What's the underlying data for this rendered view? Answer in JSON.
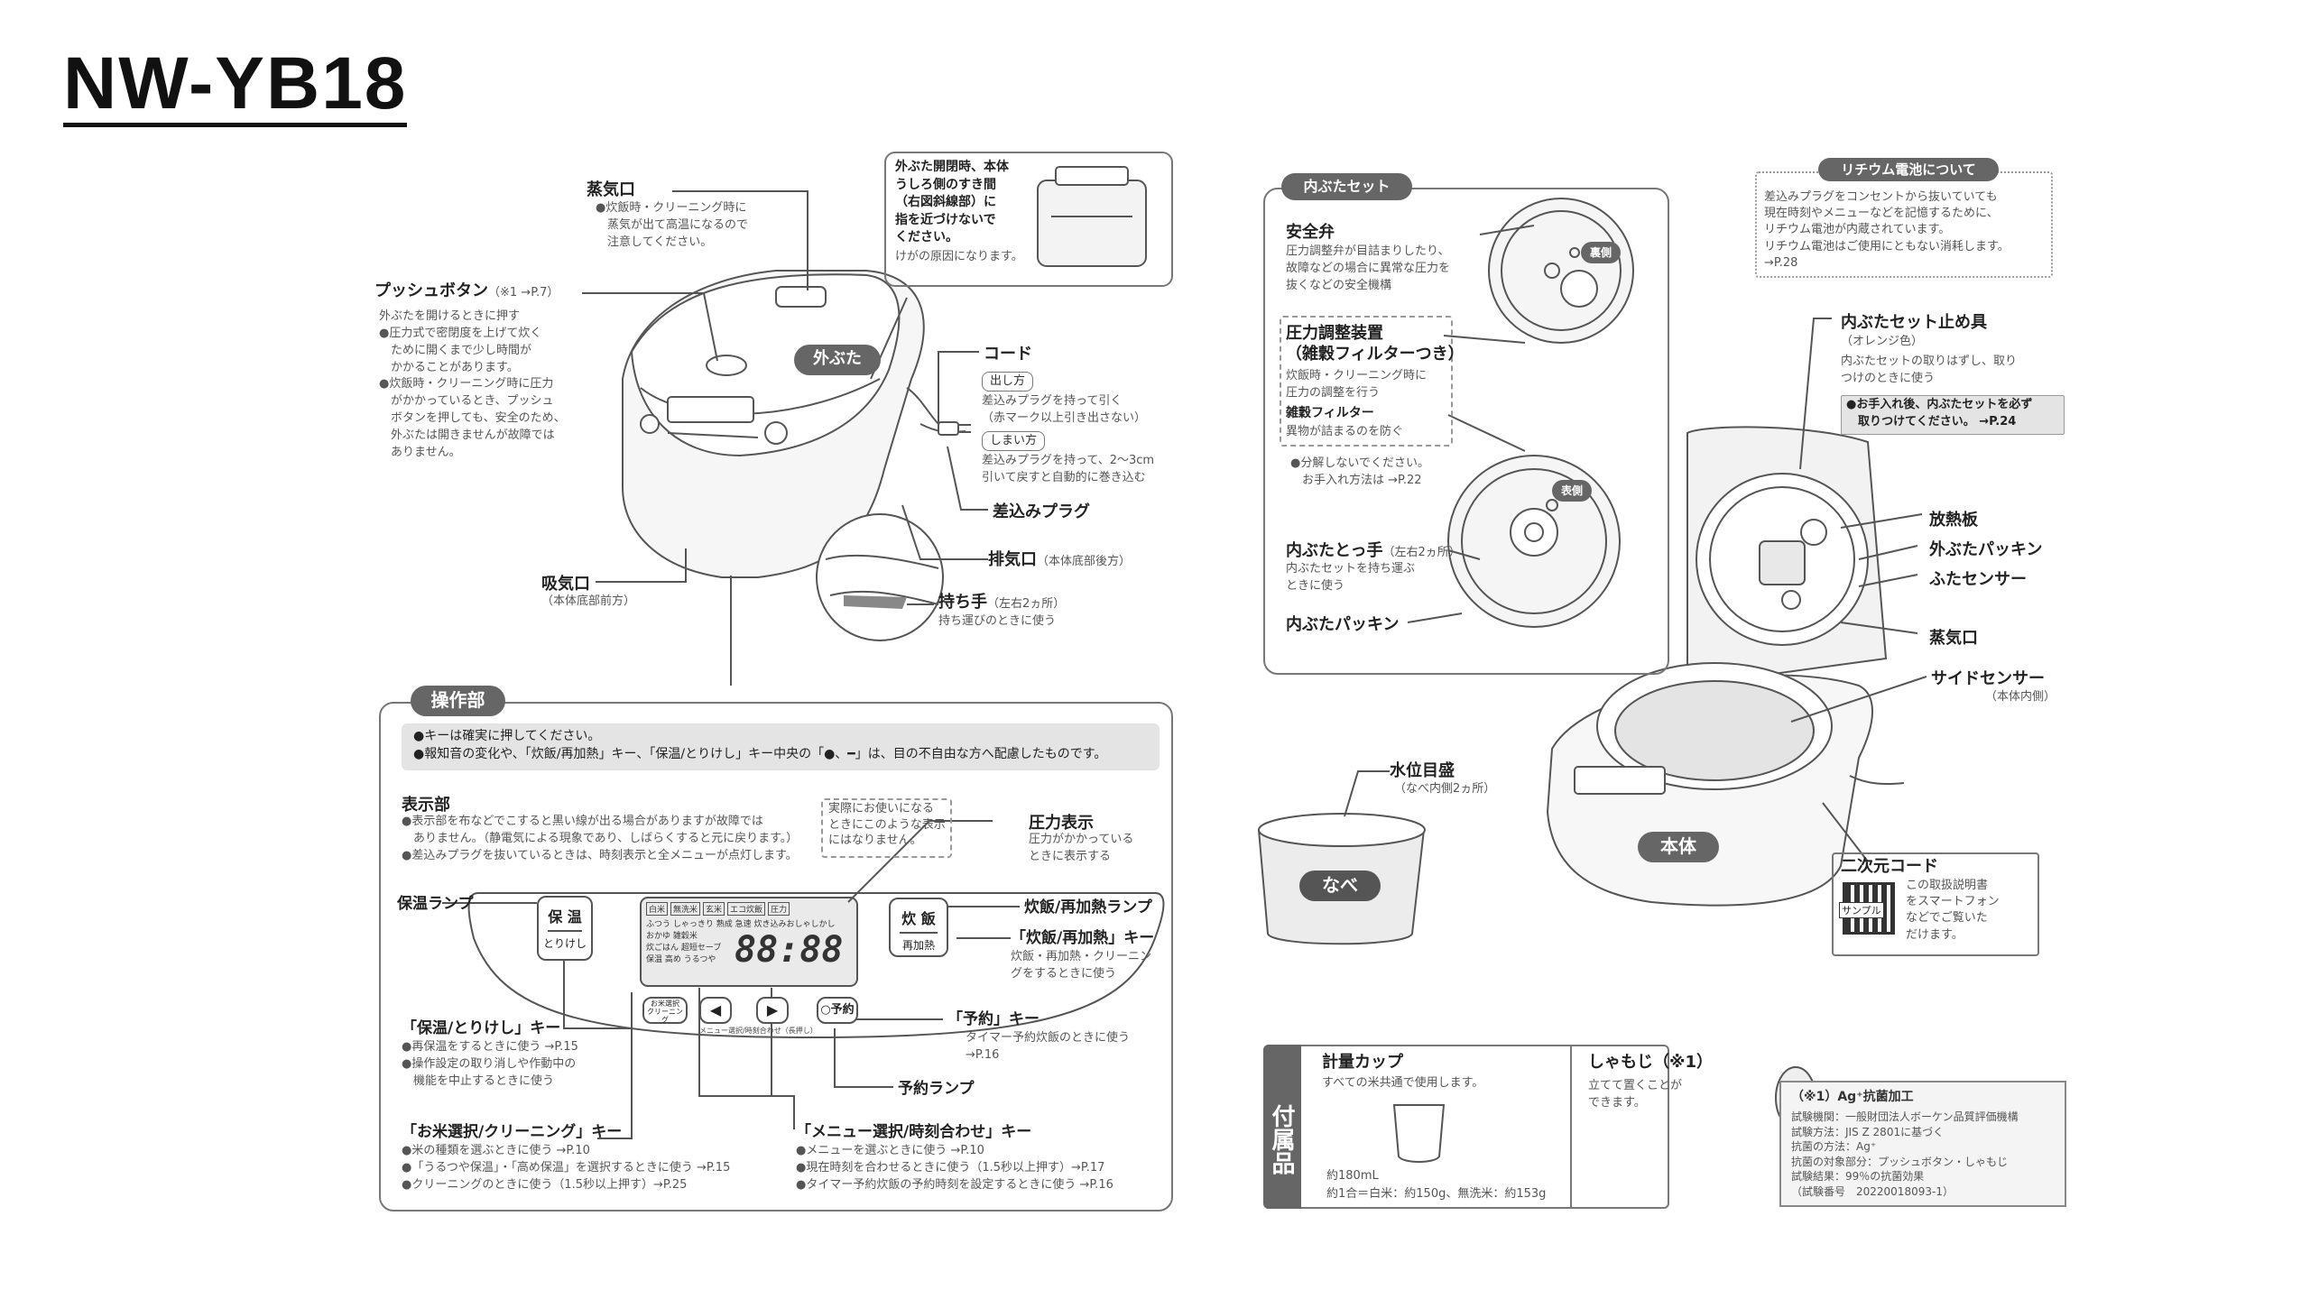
{
  "title": "NW-YB18",
  "external": {
    "steam_vent": {
      "label": "蒸気口",
      "desc": [
        "●炊飯時・クリーニング時に",
        "　蒸気が出て高温になるので",
        "　注意してください。"
      ]
    },
    "push_button": {
      "label": "プッシュボタン",
      "ref": "（※1 →P.7）",
      "desc": [
        "外ぶたを開けるときに押す",
        "●圧力式で密閉度を上げて炊く",
        "　ために開くまで少し時間が",
        "　かかることがあります。",
        "●炊飯時・クリーニング時に圧力",
        "　がかかっているとき、プッシュ",
        "　ボタンを押しても、安全のため、",
        "　外ぶたは開きませんが故障では",
        "　ありません。"
      ]
    },
    "outer_lid": "外ぶた",
    "warning": [
      "外ぶた開閉時、本体",
      "うしろ側のすき間",
      "（右図斜線部）に",
      "指を近づけないで",
      "ください。"
    ],
    "warning_note": "けがの原因になります。",
    "cord": {
      "label": "コード",
      "out_tag": "出し方",
      "out_desc": [
        "差込みプラグを持って引く",
        "（赤マーク以上引き出さない）"
      ],
      "in_tag": "しまい方",
      "in_desc": [
        "差込みプラグを持って、2〜3cm",
        "引いて戻すと自動的に巻き込む"
      ]
    },
    "plug": "差込みプラグ",
    "exhaust": {
      "label": "排気口",
      "note": "（本体底部後方）"
    },
    "handle": {
      "label": "持ち手",
      "note": "（左右2ヵ所）",
      "desc": "持ち運びのときに使う"
    },
    "intake": {
      "label": "吸気口",
      "note": "（本体底部前方）"
    }
  },
  "panel": {
    "section": "操作部",
    "notes": [
      "●キーは確実に押してください。",
      "●報知音の変化や、「炊飯/再加熱」キー、「保温/とりけし」キー中央の「●、━」は、目の不自由な方へ配慮したものです。"
    ],
    "display": {
      "label": "表示部",
      "desc": [
        "●表示部を布などでこすると黒い線が出る場合がありますが故障では",
        "　ありません。（静電気による現象であり、しばらくすると元に戻ります。）",
        "●差込みプラグを抜いているときは、時刻表示と全メニューが点灯します。"
      ]
    },
    "actual_note": [
      "実際にお使いになる",
      "ときにこのような表示",
      "にはなりません。"
    ],
    "pressure_display": {
      "label": "圧力表示",
      "desc": [
        "圧力がかかっている",
        "ときに表示する"
      ]
    },
    "keep_warm_lamp": "保温ランプ",
    "cook_lamp": "炊飯/再加熱ランプ",
    "cook_key": {
      "label": "「炊飯/再加熱」キー",
      "desc": [
        "炊飯・再加熱・クリーニン",
        "グをするときに使う"
      ]
    },
    "keep_warm_key": {
      "label": "「保温/とりけし」キー",
      "desc": [
        "●再保温をするときに使う →P.15",
        "●操作設定の取り消しや作動中の",
        "　機能を中止するときに使う"
      ]
    },
    "timer_key": {
      "label": "「予約」キー",
      "desc": [
        "タイマー予約炊飯のときに使う",
        "→P.16"
      ]
    },
    "timer_lamp": "予約ランプ",
    "rice_key": {
      "label": "「お米選択/クリーニング」キー",
      "desc": [
        "●米の種類を選ぶときに使う →P.10",
        "●「うるつや保温」・「高め保温」を選択するときに使う →P.15",
        "●クリーニングのときに使う（1.5秒以上押す）→P.25"
      ]
    },
    "menu_key": {
      "label": "「メニュー選択/時刻合わせ」キー",
      "desc": [
        "●メニューを選ぶときに使う →P.10",
        "●現在時刻を合わせるときに使う（1.5秒以上押す）→P.17",
        "●タイマー予約炊飯の予約時刻を設定するときに使う →P.16"
      ]
    },
    "btn_keep": "保 温",
    "btn_keep_sub": "とりけし",
    "btn_cook": "炊 飯",
    "btn_cook_sub": "再加熱",
    "btn_timer": "予約",
    "btn_rice": "お米選択",
    "btn_rice_sub": "クリーニング",
    "btn_menu_caption": "メニュー選択/時刻合わせ（長押し）",
    "lcd_time": "88:88",
    "lcd_top": [
      "白米",
      "無洗米",
      "玄米",
      "エコ炊飯",
      "圧力"
    ],
    "lcd_row2": "ふつう しゃっきり 熟成 急速 炊き込みおしゃしかし",
    "lcd_row3": "おかゆ 雑穀米",
    "lcd_row4": "炊ごはん 超短セーブ",
    "lcd_row5": "保温 高め うるつや"
  },
  "inner_lid": {
    "section": "内ぶたセット",
    "safety_valve": {
      "label": "安全弁",
      "desc": [
        "圧力調整弁が目詰まりしたり、",
        "故障などの場合に異常な圧力を",
        "抜くなどの安全機構"
      ]
    },
    "back_tag": "裏側",
    "regulator": {
      "label": [
        "圧力調整装置",
        "（雑穀フィルターつき）"
      ],
      "desc": [
        "炊飯時・クリーニング時に",
        "圧力の調整を行う"
      ]
    },
    "filter": {
      "label": "雑穀フィルター",
      "desc": "異物が詰まるのを防ぐ"
    },
    "no_disassemble": [
      "●分解しないでください。",
      "　お手入れ方法は →P.22"
    ],
    "front_tag": "表側",
    "knob": {
      "label": "内ぶたとっ手",
      "note": "（左右2ヵ所）",
      "desc": [
        "内ぶたセットを持ち運ぶ",
        "ときに使う"
      ]
    },
    "gasket": "内ぶたパッキン"
  },
  "battery": {
    "section": "リチウム電池について",
    "desc": [
      "差込みプラグをコンセントから抜いていても",
      "現在時刻やメニューなどを記憶するために、",
      "リチウム電池が内蔵されています。",
      "リチウム電池はご使用にともない消耗します。",
      "→P.28"
    ]
  },
  "body": {
    "stopper": {
      "label": "内ぶたセット止め具",
      "note": "（オレンジ色）",
      "desc": [
        "内ぶたセットの取りはずし、取り",
        "つけのときに使う"
      ]
    },
    "care_note": [
      "●お手入れ後、内ぶたセットを必ず",
      "　取りつけてください。 →P.24"
    ],
    "heat_plate": "放熱板",
    "outer_gasket": "外ぶたパッキン",
    "lid_sensor": "ふたセンサー",
    "steam_vent": "蒸気口",
    "side_sensor": {
      "label": "サイドセンサー",
      "note": "（本体内側）"
    },
    "body_tag": "本体",
    "qr": {
      "label": "二次元コード",
      "desc": [
        "この取扱説明書",
        "をスマートフォン",
        "などでご覧いた",
        "だけます。"
      ],
      "sample": "サンプル"
    }
  },
  "pot": {
    "water_level": "水位目盛",
    "note": "（なべ内側2ヵ所）",
    "tag": "なべ"
  },
  "accessories": {
    "section": "付属品",
    "cup": {
      "label": "計量カップ",
      "desc": "すべての米共通で使用します。",
      "vol": "約180mL",
      "detail": "約1合＝白米：約150g、無洗米：約153g"
    },
    "paddle": {
      "label": "しゃもじ（※1）",
      "desc": [
        "立てて置くことが",
        "できます。"
      ]
    }
  },
  "antibac": {
    "title": "（※1）Ag⁺抗菌加工",
    "lines": [
      "試験機関：一般財団法人ボーケン品質評価機構",
      "試験方法：JIS Z 2801に基づく",
      "抗菌の方法：Ag⁺",
      "抗菌の対象部分：プッシュボタン・しゃもじ",
      "試験結果：99％の抗菌効果",
      "（試験番号　20220018093-1）"
    ]
  }
}
